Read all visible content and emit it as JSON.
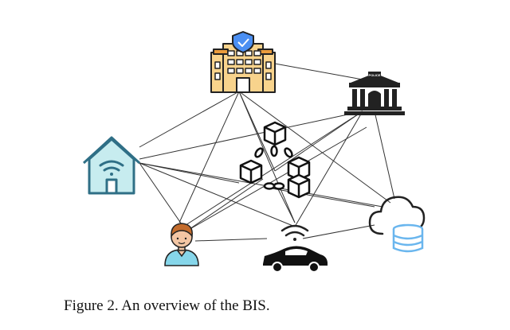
{
  "figure": {
    "caption": "Figure 2. An overview of the BIS.",
    "police_sign": "POLICE",
    "nodes": [
      {
        "id": "hospital",
        "icon": "hospital-building-icon"
      },
      {
        "id": "police",
        "icon": "police-station-icon"
      },
      {
        "id": "smart-home",
        "icon": "smart-home-wifi-icon"
      },
      {
        "id": "blockchain",
        "icon": "blockchain-icon"
      },
      {
        "id": "user",
        "icon": "person-avatar-icon"
      },
      {
        "id": "vehicle",
        "icon": "connected-car-icon"
      },
      {
        "id": "cloud-storage",
        "icon": "cloud-database-icon"
      }
    ],
    "colors": {
      "building_fill": "#f8d38c",
      "building_roof": "#ea9b3c",
      "shield": "#4b8ff2",
      "home_fill": "#c7ecef",
      "home_stroke": "#2f6f86",
      "cloud_db": "#6ab6ee",
      "skin": "#f3c6a4",
      "hair": "#c36c2d",
      "shirt": "#86d6ea",
      "dark": "#222222"
    }
  }
}
